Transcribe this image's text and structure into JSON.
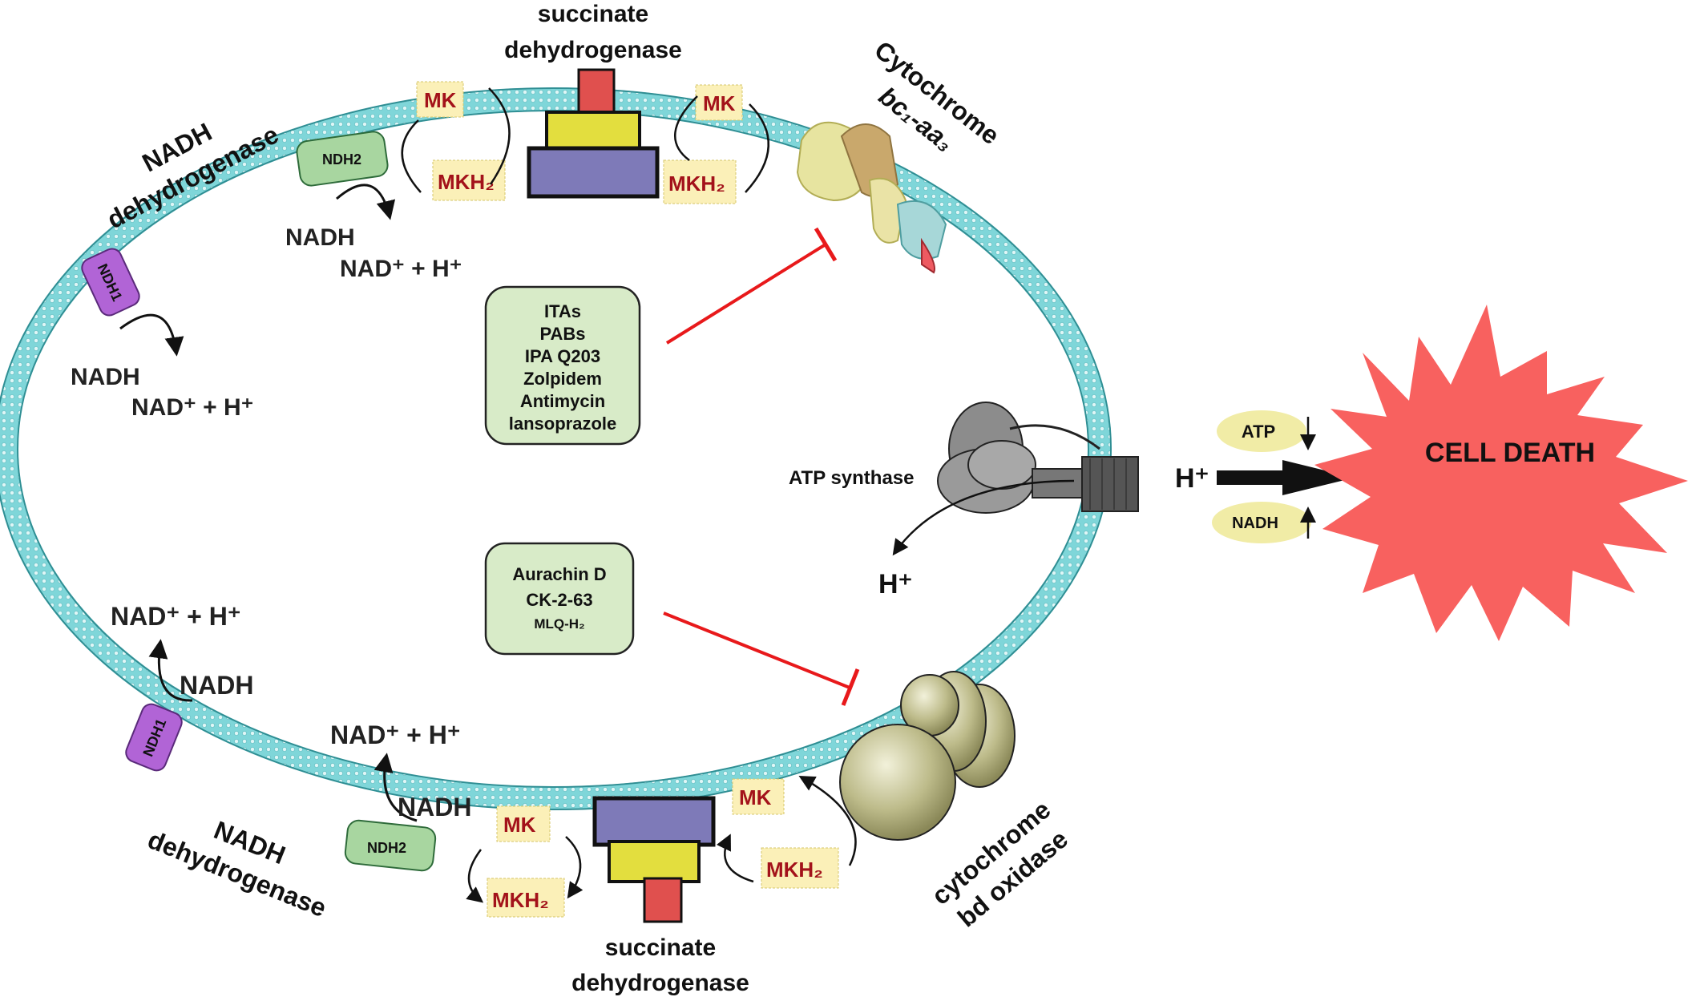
{
  "colors": {
    "membrane": "#7fd6d9",
    "membrane_dot": "#ffffff",
    "ndh2": "#a8d6a0",
    "ndh1": "#b164d6",
    "mk_box": "#fbf0b8",
    "mk_text": "#a3121a",
    "sdh_red": "#e0504e",
    "sdh_yellow": "#e3de3e",
    "sdh_purple": "#7e7ab8",
    "inhibitor_box": "#d8ebc8",
    "inhibition_line": "#e8191b",
    "cell_death": "#f8615f",
    "oval": "#f1eca6",
    "bd_oxidase": "#c3c197",
    "atp_synthase": "#9a9a9a"
  },
  "labels": {
    "sdh_top": [
      "succinate",
      "dehydrogenase"
    ],
    "sdh_bottom": [
      "succinate",
      "dehydrogenase"
    ],
    "nadh_dh_top": [
      "NADH",
      "dehydrogenase"
    ],
    "nadh_dh_bottom": [
      "NADH",
      "dehydrogenase"
    ],
    "cytochrome_bc1": [
      "Cytochrome",
      "bc₁-aa₃"
    ],
    "cytochrome_bd": [
      "cytochrome",
      "bd oxidase"
    ],
    "atp_synthase": "ATP synthase",
    "h_plus": "H⁺",
    "cell_death": "CELL DEATH",
    "atp": "ATP",
    "nadh": "NADH",
    "ndh1": "NDH1",
    "ndh2": "NDH2",
    "nadh_substrate": "NADH",
    "nad_product": "NAD⁺ + H⁺",
    "mk": "MK",
    "mkh2": "MKH₂"
  },
  "inhibitors_bc1": [
    "ITAs",
    "PABs",
    "IPA Q203",
    "Zolpidem",
    "Antimycin",
    "lansoprazole"
  ],
  "inhibitors_bd": [
    "Aurachin D",
    "CK-2-63",
    "MLQ-H₂"
  ]
}
